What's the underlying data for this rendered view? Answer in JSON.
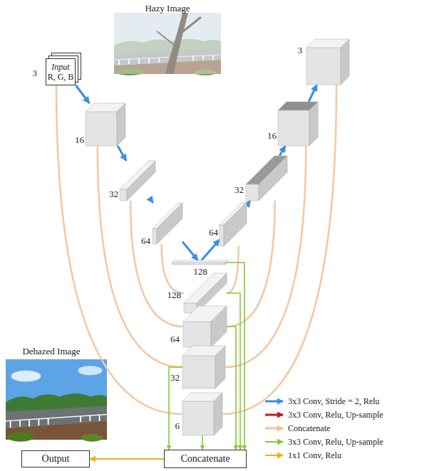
{
  "diagram": {
    "nodes": [
      {
        "text": [
          "3",
          "Input",
          "R, G, B"
        ]
      },
      {
        "text": [
          "16"
        ]
      },
      {
        "text": [
          "32"
        ]
      },
      {
        "text": [
          "64"
        ]
      },
      {
        "text": [
          "128"
        ]
      },
      {
        "text": [
          "64"
        ]
      },
      {
        "text": [
          "32"
        ]
      },
      {
        "text": [
          "16"
        ]
      },
      {
        "text": [
          "3"
        ]
      },
      {
        "text": [
          "128"
        ]
      },
      {
        "text": [
          "64"
        ]
      },
      {
        "text": [
          "32"
        ]
      },
      {
        "text": [
          "6"
        ]
      },
      {
        "text": [
          "Concatenate"
        ]
      },
      {
        "text": [
          "Output"
        ]
      }
    ],
    "edges": [
      {
        "from": 0,
        "to": 1,
        "arrow": "to"
      },
      {
        "from": 1,
        "to": 2,
        "arrow": "to"
      },
      {
        "from": 2,
        "to": 3,
        "arrow": "to"
      },
      {
        "from": 3,
        "to": 4,
        "arrow": "to"
      },
      {
        "from": 4,
        "to": 5,
        "arrow": "to"
      },
      {
        "from": 5,
        "to": 6,
        "arrow": "to"
      },
      {
        "from": 6,
        "to": 7,
        "arrow": "to"
      },
      {
        "from": 7,
        "to": 8,
        "arrow": "to"
      },
      {
        "from": 0,
        "to": 12,
        "arrow": "none"
      },
      {
        "from": 1,
        "to": 11,
        "arrow": "none"
      },
      {
        "from": 2,
        "to": 10,
        "arrow": "none"
      },
      {
        "from": 3,
        "to": 9,
        "arrow": "none"
      },
      {
        "from": 8,
        "to": 12,
        "arrow": "none"
      },
      {
        "from": 7,
        "to": 11,
        "arrow": "none"
      },
      {
        "from": 6,
        "to": 10,
        "arrow": "none"
      },
      {
        "from": 5,
        "to": 9,
        "arrow": "none"
      },
      {
        "from": 4,
        "to": 13,
        "arrow": "to"
      },
      {
        "from": 9,
        "to": 13,
        "arrow": "to"
      },
      {
        "from": 10,
        "to": 13,
        "arrow": "to"
      },
      {
        "from": 11,
        "to": 13,
        "arrow": "to"
      },
      {
        "from": 12,
        "to": 13,
        "arrow": "to"
      },
      {
        "from": 13,
        "to": 14,
        "arrow": "to"
      }
    ],
    "labels": [
      "Hazy Image",
      "Dehazed Image"
    ],
    "legend": [
      {
        "text": "3x3 Conv, Stride = 2, Relu"
      },
      {
        "text": "3x3 Conv, Relu, Up-sample"
      },
      {
        "text": "Concatenate"
      },
      {
        "text": "3x3 Conv, Relu, Up-sample"
      },
      {
        "text": "1x1 Conv, Relu"
      }
    ]
  }
}
